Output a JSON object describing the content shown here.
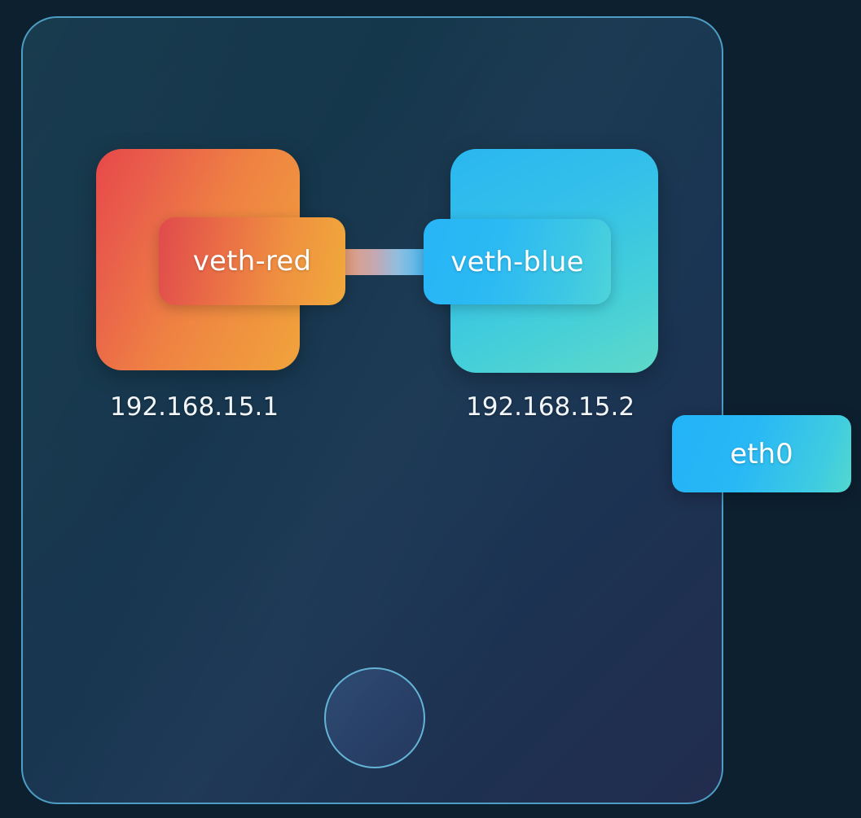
{
  "diagram": {
    "title": "Linux network namespace veth pair topology",
    "type": "network-topology",
    "background_color": "#0d2030",
    "host": {
      "border_color": "#4e9dc4",
      "fill_gradient_from": "#123549",
      "fill_gradient_to": "#222c4e"
    },
    "namespaces": [
      {
        "id": "red",
        "accent_color": "#ef8243",
        "interface": {
          "label": "veth-red",
          "color": "#e8484a"
        },
        "ip_address": "192.168.15.1"
      },
      {
        "id": "blue",
        "accent_color": "#34c0e9",
        "interface": {
          "label": "veth-blue",
          "color": "#2ab7f0"
        },
        "ip_address": "192.168.15.2"
      }
    ],
    "link": {
      "name": "veth-pair-cable",
      "from_color": "#e99a72",
      "to_color": "#34b6f5"
    },
    "host_interface": {
      "label": "eth0",
      "color": "#23b3f8"
    },
    "bridge_node": {
      "label": "",
      "border_color": "#63b4d6"
    }
  }
}
